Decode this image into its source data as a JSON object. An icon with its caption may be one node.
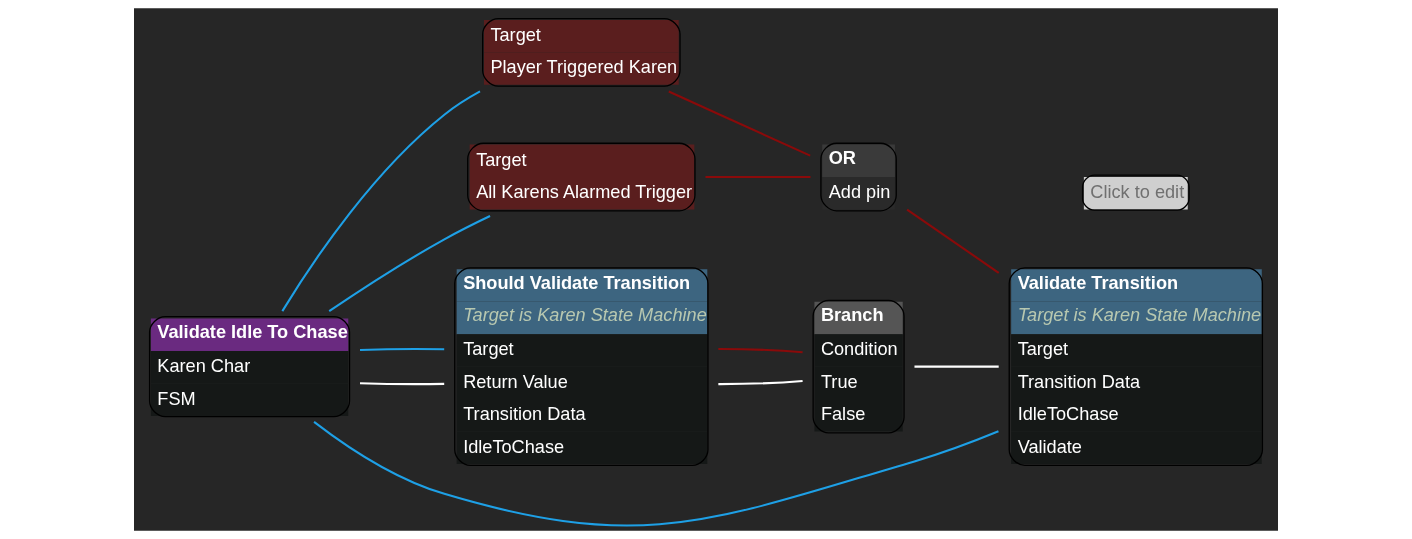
{
  "diagram": {
    "nodes": [
      {
        "text": [
          "Validate Idle To Chase",
          "Karen Char",
          "FSM"
        ]
      },
      {
        "text": [
          "Target",
          "Player Triggered Karen"
        ]
      },
      {
        "text": [
          "Target",
          "All Karens Alarmed Trigger"
        ]
      },
      {
        "text": [
          "OR",
          "Add pin"
        ]
      },
      {
        "text": [
          "Should Validate Transition",
          "Target is Karen State Machine",
          "Target",
          "Return Value",
          "Transition Data",
          "IdleToChase"
        ]
      },
      {
        "text": [
          "Branch",
          "Condition",
          "True",
          "False"
        ]
      },
      {
        "text": [
          "Validate Transition",
          "Target is Karen State Machine",
          "Target",
          "Transition Data",
          "IdleToChase",
          "Validate"
        ]
      },
      {
        "text": [
          "Click to edit"
        ]
      }
    ],
    "edges": [
      {
        "from": 0,
        "to": 1,
        "arrow": "none",
        "color": "#1ea0e6"
      },
      {
        "from": 0,
        "to": 2,
        "arrow": "none",
        "color": "#1ea0e6"
      },
      {
        "from": 0,
        "to": 4,
        "arrow": "none",
        "color": "#ffffff"
      },
      {
        "from": 0,
        "to": 4,
        "arrow": "none",
        "color": "#1ea0e6"
      },
      {
        "from": 0,
        "to": 6,
        "arrow": "none",
        "color": "#1ea0e6"
      },
      {
        "from": 1,
        "to": 3,
        "arrow": "none",
        "color": "#8a0a0a"
      },
      {
        "from": 2,
        "to": 3,
        "arrow": "none",
        "color": "#8a0a0a"
      },
      {
        "from": 3,
        "to": 6,
        "arrow": "none",
        "color": "#8a0a0a"
      },
      {
        "from": 4,
        "to": 5,
        "arrow": "none",
        "color": "#ffffff"
      },
      {
        "from": 4,
        "to": 5,
        "arrow": "none",
        "color": "#8a0a0a"
      },
      {
        "from": 5,
        "to": 6,
        "arrow": "none",
        "color": "#ffffff"
      }
    ]
  }
}
